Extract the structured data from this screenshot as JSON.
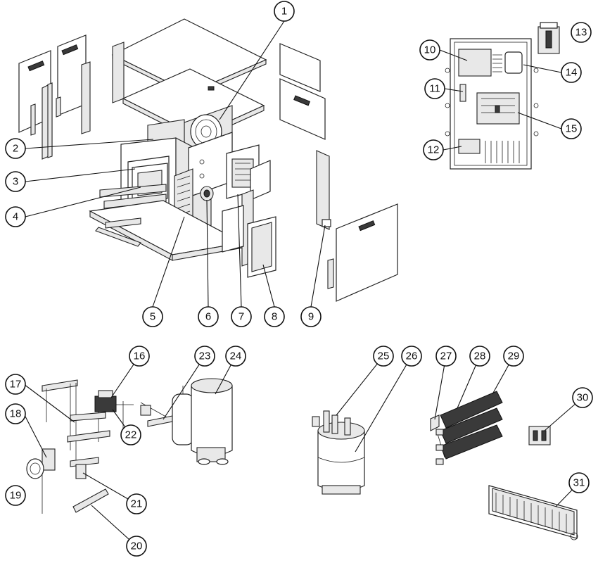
{
  "callouts": [
    {
      "id": "1",
      "label": "1"
    },
    {
      "id": "2",
      "label": "2"
    },
    {
      "id": "3",
      "label": "3"
    },
    {
      "id": "4",
      "label": "4"
    },
    {
      "id": "5",
      "label": "5"
    },
    {
      "id": "6",
      "label": "6"
    },
    {
      "id": "7",
      "label": "7"
    },
    {
      "id": "8",
      "label": "8"
    },
    {
      "id": "9",
      "label": "9"
    },
    {
      "id": "10",
      "label": "10"
    },
    {
      "id": "11",
      "label": "11"
    },
    {
      "id": "12",
      "label": "12"
    },
    {
      "id": "13",
      "label": "13"
    },
    {
      "id": "14",
      "label": "14"
    },
    {
      "id": "15",
      "label": "15"
    },
    {
      "id": "16",
      "label": "16"
    },
    {
      "id": "17",
      "label": "17"
    },
    {
      "id": "18",
      "label": "18"
    },
    {
      "id": "19",
      "label": "19"
    },
    {
      "id": "20",
      "label": "20"
    },
    {
      "id": "21",
      "label": "21"
    },
    {
      "id": "22",
      "label": "22"
    },
    {
      "id": "23",
      "label": "23"
    },
    {
      "id": "24",
      "label": "24"
    },
    {
      "id": "25",
      "label": "25"
    },
    {
      "id": "26",
      "label": "26"
    },
    {
      "id": "27",
      "label": "27"
    },
    {
      "id": "28",
      "label": "28"
    },
    {
      "id": "29",
      "label": "29"
    },
    {
      "id": "30",
      "label": "30"
    },
    {
      "id": "31",
      "label": "31"
    }
  ]
}
